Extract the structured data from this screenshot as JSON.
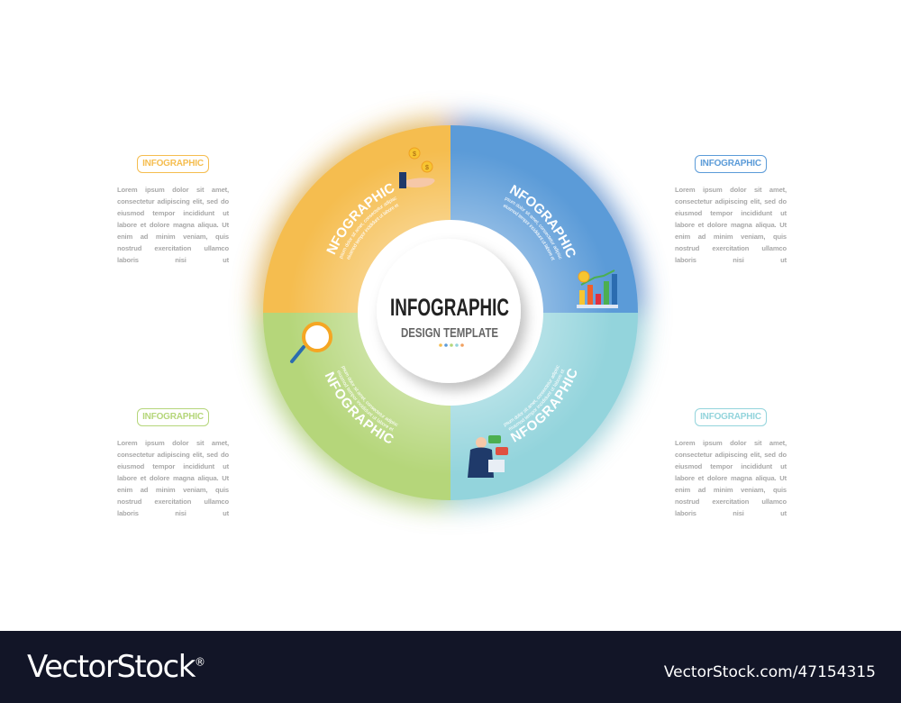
{
  "colors": {
    "orange": "#f5bd4f",
    "blue": "#5b9bd8",
    "green": "#b5d67a",
    "teal": "#93d4dc",
    "footer": "#121527"
  },
  "center": {
    "title": "INFOGRAPHIC",
    "subtitle": "DESIGN TEMPLATE"
  },
  "segments": [
    {
      "title": "INFOGRAPHIC",
      "line1": "Lorem ipsum dolor sit amet, consectetur adipiscing elit,",
      "line2": "sed do eiusmod tempor incididunt ut labore et dolore",
      "icon": "hand-coins-icon"
    },
    {
      "title": "INFOGRAPHIC",
      "line1": "Lorem ipsum dolor sit amet, consectetur adipiscing elit,",
      "line2": "sed do eiusmod tempor incididunt ut labore et dolore",
      "icon": "bar-chart-growth-icon"
    },
    {
      "title": "INFOGRAPHIC",
      "line1": "Lorem ipsum dolor sit amet, consectetur adipiscing elit,",
      "line2": "sed do eiusmod tempor incididunt ut labore et dolore",
      "icon": "magnifier-icon"
    },
    {
      "title": "INFOGRAPHIC",
      "line1": "Lorem ipsum dolor sit amet, consectetur adipiscing elit,",
      "line2": "sed do eiusmod tempor incididunt ut labore et dolore",
      "icon": "businessman-laptop-icon"
    }
  ],
  "side_blocks": [
    {
      "label": "INFOGRAPHIC",
      "text": "Lorem ipsum dolor sit amet, consectetur adipiscing elit, sed do eiusmod tempor incididunt ut labore et dolore magna aliqua. Ut enim ad minim veniam, quis nostrud exercitation ullamco laboris nisi ut"
    },
    {
      "label": "INFOGRAPHIC",
      "text": "Lorem ipsum dolor sit amet, consectetur adipiscing elit, sed do eiusmod tempor incididunt ut labore et dolore magna aliqua. Ut enim ad minim veniam, quis nostrud exercitation ullamco laboris nisi ut"
    },
    {
      "label": "INFOGRAPHIC",
      "text": "Lorem ipsum dolor sit amet, consectetur adipiscing elit, sed do eiusmod tempor incididunt ut labore et dolore magna aliqua. Ut enim ad minim veniam, quis nostrud exercitation ullamco laboris nisi ut"
    },
    {
      "label": "INFOGRAPHIC",
      "text": "Lorem ipsum dolor sit amet, consectetur adipiscing elit, sed do eiusmod tempor incididunt ut labore et dolore magna aliqua. Ut enim ad minim veniam, quis nostrud exercitation ullamco laboris nisi ut"
    }
  ],
  "footer": {
    "logo": "VectorStock",
    "registered": "®",
    "url": "VectorStock.com/47154315"
  }
}
